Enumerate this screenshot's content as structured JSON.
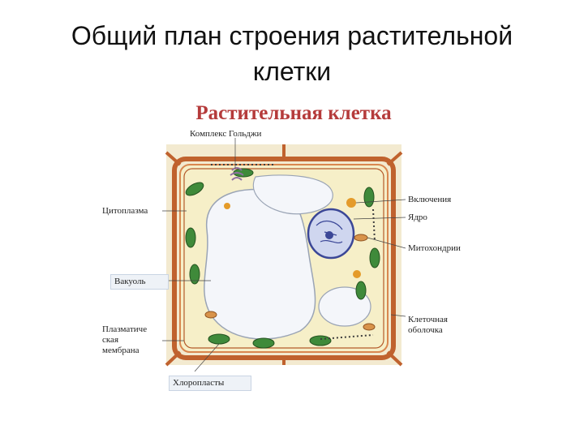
{
  "slide": {
    "title_line1": "Общий план строения растительной",
    "title_line2": "клетки"
  },
  "diagram": {
    "title": "Растительная клетка",
    "labels": {
      "golgi": "Комплекс Гольджи",
      "cytoplasm": "Цитоплазма",
      "vacuole": "Вакуоль",
      "membrane": "Плазматиче\nская\nмембрана",
      "chloroplasts": "Хлоропласты",
      "inclusions": "Включения",
      "nucleus": "Ядро",
      "mitochondria": "Митохондрии",
      "cell_wall": "Клеточная\nоболочка"
    },
    "colors": {
      "title": "#b53b3b",
      "wall": "#c0622e",
      "cytoplasm": "#f6efc8",
      "vacuole": "#f4f6fa",
      "chloroplast": "#3f8a3a",
      "nucleus": "#4d5cb5"
    }
  }
}
